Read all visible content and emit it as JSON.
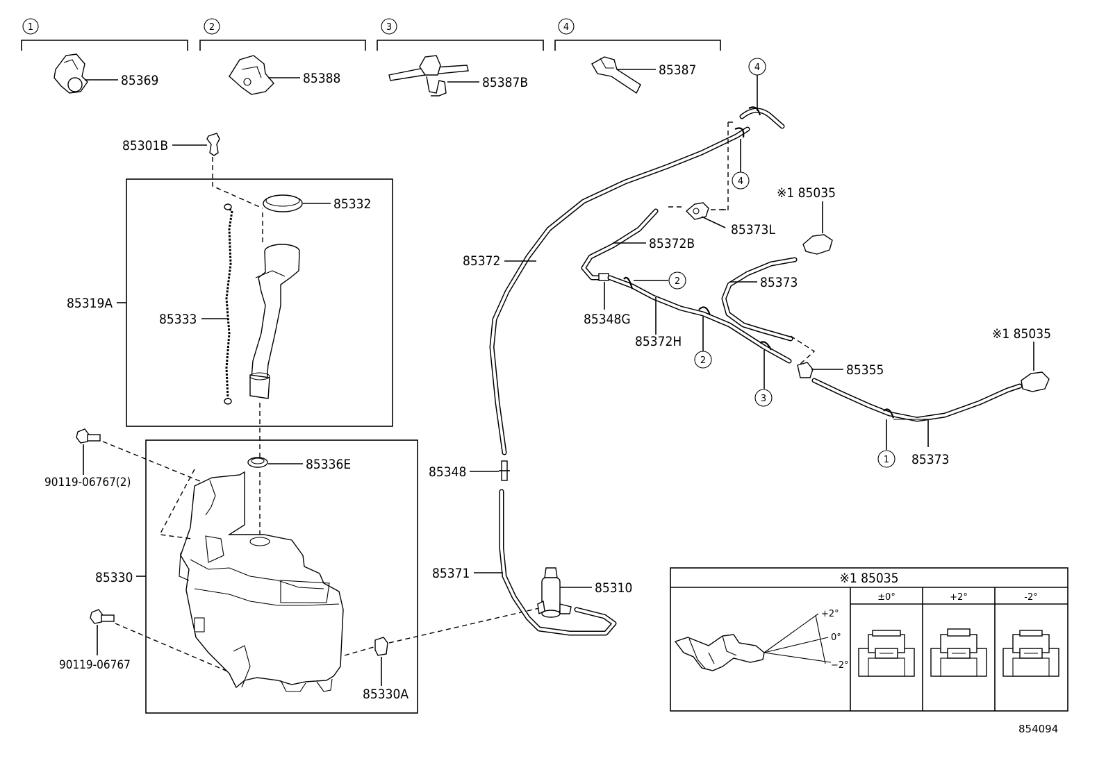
{
  "clip_groups": [
    {
      "circle": "1",
      "part": "85369"
    },
    {
      "circle": "2",
      "part": "85388"
    },
    {
      "circle": "3",
      "part": "85387B"
    },
    {
      "circle": "4",
      "part": "85387"
    }
  ],
  "parts": {
    "p85301B": "85301B",
    "p85332": "85332",
    "p85319A": "85319A",
    "p85333": "85333",
    "p85336E": "85336E",
    "p90119_2": "90119-06767(2)",
    "p85330": "85330",
    "p90119": "90119-06767",
    "p85330A": "85330A",
    "p85372": "85372",
    "p85348": "85348",
    "p85371": "85371",
    "p85310": "85310",
    "p85372B": "85372B",
    "p85373L": "85373L",
    "p85348G": "85348G",
    "p85372H": "85372H",
    "p85373_upper": "85373",
    "p85355": "85355",
    "p85373_lower": "85373",
    "p85035_upper": "※1 85035",
    "p85035_right": "※1 85035"
  },
  "hose_clip_markers": {
    "top_4": "4",
    "mid_4": "4",
    "c2_top": "2",
    "c2_bot": "2",
    "c3": "3",
    "c1": "1"
  },
  "inset": {
    "title": "※1 85035",
    "columns": [
      "±0°",
      "+2°",
      "-2°"
    ],
    "angles": [
      "+2°",
      "0°",
      "−2°"
    ]
  },
  "diagram_id": "854094"
}
